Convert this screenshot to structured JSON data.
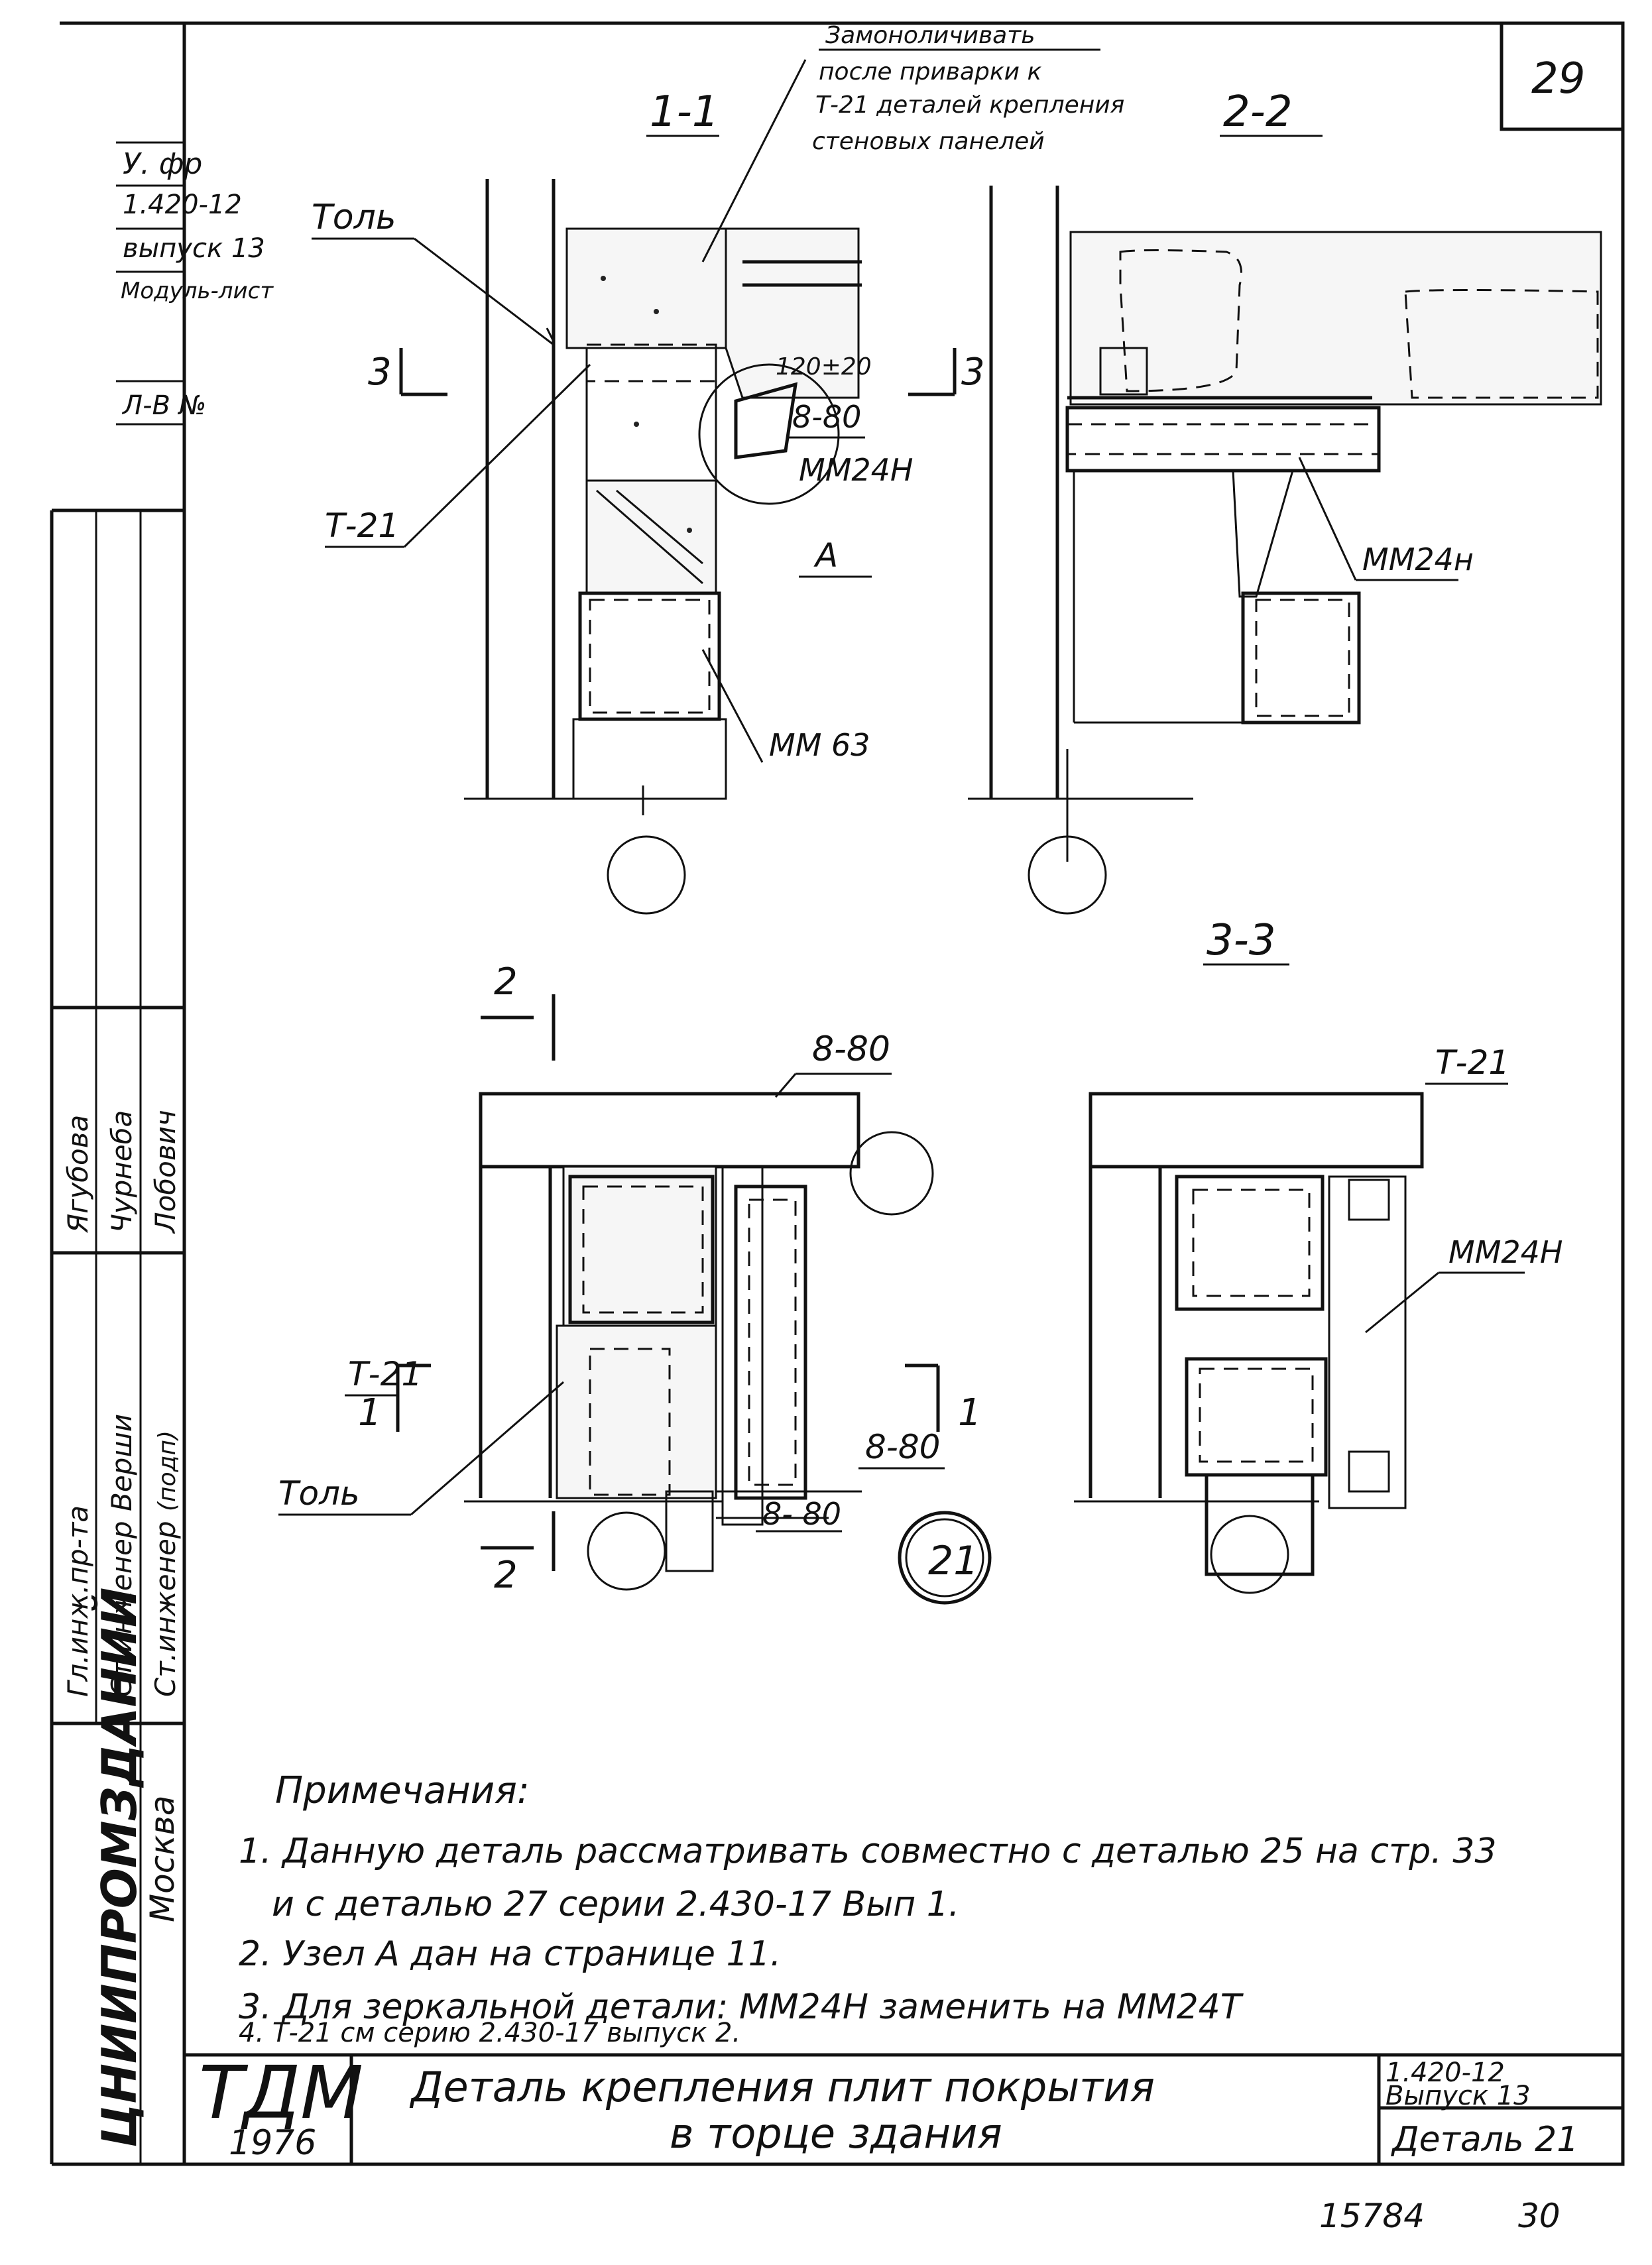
{
  "sheet": {
    "page_number": "29",
    "footer_number": "15784",
    "footer_page": "30"
  },
  "side_stamp": {
    "lines": [
      "У. фр",
      "1.420-12",
      "выпуск 13",
      "Модуль-лист",
      "Л-В №"
    ],
    "roles": [
      "Гл.инж.пр-та",
      "Ст.инженер",
      "Ст.инженер"
    ],
    "names": [
      "Чурнеба",
      "Ягубова",
      "Лобович"
    ],
    "signatures": [
      "Верши",
      "(подп)"
    ],
    "org": "ЦНИИПРОМЗДАНИЙ",
    "city": "Москва"
  },
  "annotations": {
    "note_monolith": [
      "Замоноличивать",
      "после приварки к",
      "Т-21 деталей крепления",
      "стеновых панелей"
    ],
    "section_1_1": "1-1",
    "section_2_2": "2-2",
    "section_3_3": "3-3",
    "tol_top": "Толь",
    "tol_bottom": "Толь",
    "t21_top": "Т-21",
    "t21_left": "Т-21",
    "t21_right": "Т-21",
    "dim_120": "120±20",
    "weld_8_80_top": "8-80",
    "weld_8_80_mid": "8-80",
    "weld_8_80_low": "8-80",
    "weld_8_80_bottom": "8- 80",
    "mm24h_left": "ММ24Н",
    "mm24h_mid": "ММ24н",
    "mm24h_right": "ММ24Н",
    "mm63": "ММ 63",
    "node_a": "А",
    "cut_3_left": "3",
    "cut_3_right": "3",
    "cut_2_top": "2",
    "cut_2_bottom": "2",
    "cut_1_left": "1",
    "cut_1_right": "1",
    "detail_ref": "21"
  },
  "notes": {
    "heading": "Примечания:",
    "items": [
      "1. Данную деталь рассматривать совместно с деталью 25 на стр. 33",
      "и с деталью 27 серии 2.430-17 Вып 1.",
      "2. Узел А дан на странице 11.",
      "3. Для зеркальной детали: ММ24Н заменить на ММ24Т",
      "4. Т-21 см серию 2.430-17 выпуск 2."
    ]
  },
  "title_block": {
    "logo": "ТДМ",
    "year": "1976",
    "title_line1": "Деталь крепления плит покрытия",
    "title_line2": "в торце здания",
    "series": "1.420-12",
    "issue": "Выпуск 13",
    "detail": "Деталь 21"
  }
}
